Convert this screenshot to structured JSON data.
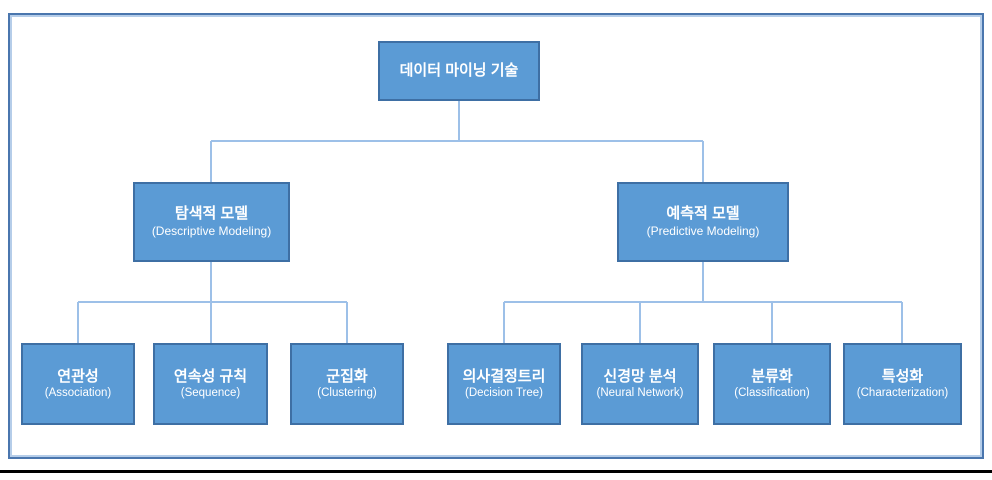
{
  "diagram": {
    "root": {
      "ko": "데이터 마이닝 기술"
    },
    "branches": [
      {
        "ko": "탐색적 모델",
        "en": "(Descriptive Modeling)",
        "children": [
          {
            "ko": "연관성",
            "en": "(Association)"
          },
          {
            "ko": "연속성 규칙",
            "en": "(Sequence)"
          },
          {
            "ko": "군집화",
            "en": "(Clustering)"
          }
        ]
      },
      {
        "ko": "예측적 모델",
        "en": "(Predictive Modeling)",
        "children": [
          {
            "ko": "의사결정트리",
            "en": "(Decision Tree)"
          },
          {
            "ko": "신경망 분석",
            "en": "(Neural Network)"
          },
          {
            "ko": "분류화",
            "en": "(Classification)"
          },
          {
            "ko": "특성화",
            "en": "(Characterization)"
          }
        ]
      }
    ]
  },
  "colors": {
    "node_fill": "#5B9BD5",
    "node_border": "#3E6FA4",
    "connector_color": "#9DC0E8",
    "frame_border": "#4A76AE",
    "frame_inner": "#B5CDE9",
    "node_text": "#FFFFFF",
    "rule_color": "#000000"
  }
}
